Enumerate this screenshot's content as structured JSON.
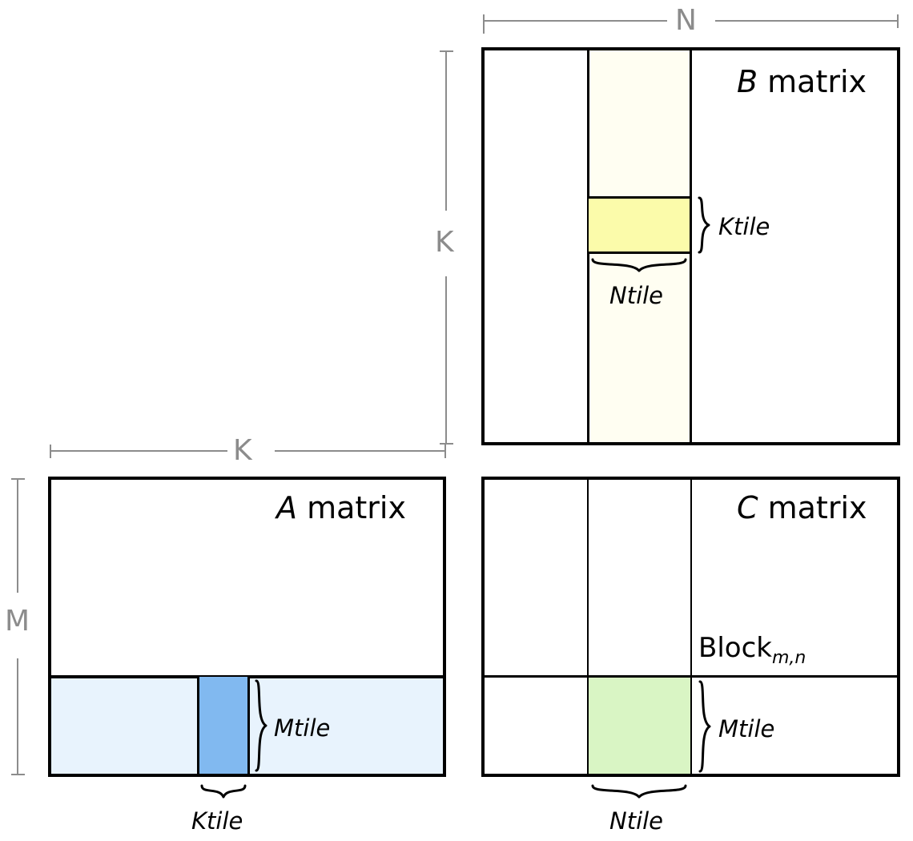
{
  "diagram": {
    "title_b": {
      "symbol": "B",
      "word": " matrix"
    },
    "title_a": {
      "symbol": "A",
      "word": " matrix"
    },
    "title_c": {
      "symbol": "C",
      "word": " matrix"
    },
    "block_label": {
      "base": "Block",
      "sub": "m,n"
    }
  },
  "dimensions": {
    "n": "N",
    "k_top": "K",
    "k_side": "K",
    "m": "M"
  },
  "tiles": {
    "b_ktile": "Ktile",
    "b_ntile": "Ntile",
    "a_mtile": "Mtile",
    "a_ktile": "Ktile",
    "c_mtile": "Mtile",
    "c_ntile": "Ntile"
  },
  "colors": {
    "border": "#000000",
    "ruler": "#8c8c8c",
    "b_strip": "#fffef2",
    "b_tile": "#fbfbaa",
    "a_strip": "#e8f3fd",
    "a_tile": "#81b9f0",
    "c_tile": "#d9f5c4",
    "background": "#ffffff"
  }
}
